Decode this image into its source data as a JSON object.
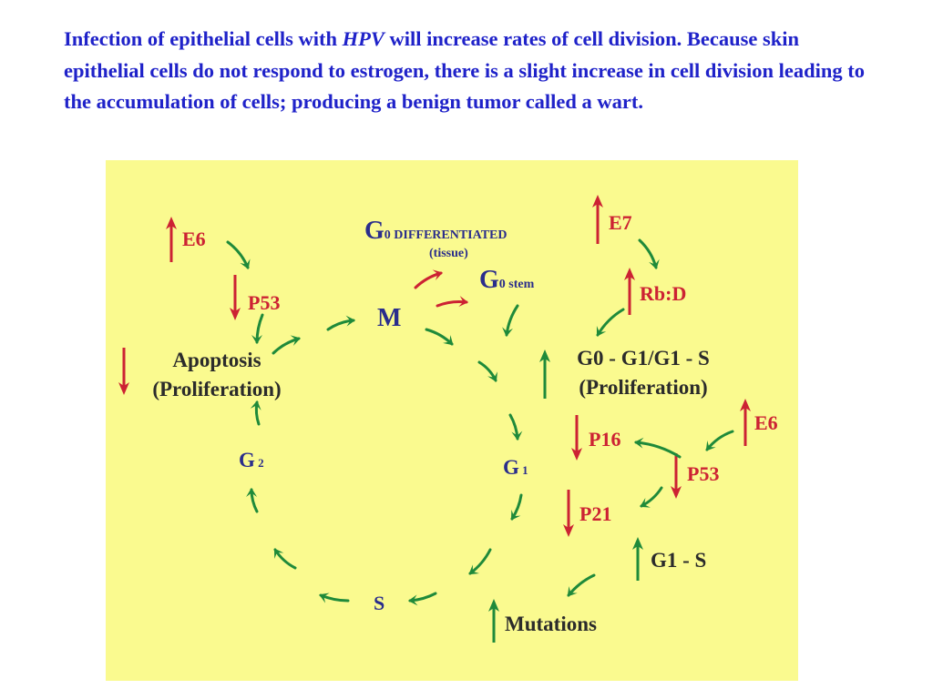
{
  "intro": {
    "part1": "Infection of epithelial cells with ",
    "part2": "HPV",
    "part3": " will increase rates of cell division. Because skin epithelial cells do not respond to estrogen, there is a slight increase in cell division leading to the accumulation of cells; producing a benign tumor called a wart."
  },
  "labels": {
    "g0_diff_letter": "G",
    "g0_diff_sub": "0 DIFFERENTIATED",
    "g0_diff_tissue": "(tissue)",
    "g0_stem_letter": "G",
    "g0_stem_sub": "0 stem",
    "m": "M",
    "e6_left": "E6",
    "p53_left": "P53",
    "apoptosis": "Apoptosis",
    "apoptosis_sub": "(Proliferation)",
    "g2_letter": "G",
    "g2_sub": " 2",
    "s": "S",
    "g1_letter": "G",
    "g1_sub": " 1",
    "e7": "E7",
    "rbd": "Rb:D",
    "g0g1s": "G0 - G1/G1 - S",
    "g0g1s_sub": "(Proliferation)",
    "p16": "P16",
    "e6_right": "E6",
    "p53_right": "P53",
    "p21": "P21",
    "g1s": "G1 - S",
    "mutations": "Mutations"
  },
  "colors": {
    "background": "#ffffff",
    "panel": "#fafa8f",
    "intro_text": "#1f22c9",
    "up_down_red": "#cc2233",
    "flow_green": "#1f8a3a",
    "flow_red": "#cc2233",
    "phase_blue": "#2a2d8c",
    "label_dark": "#2b2b2b"
  }
}
